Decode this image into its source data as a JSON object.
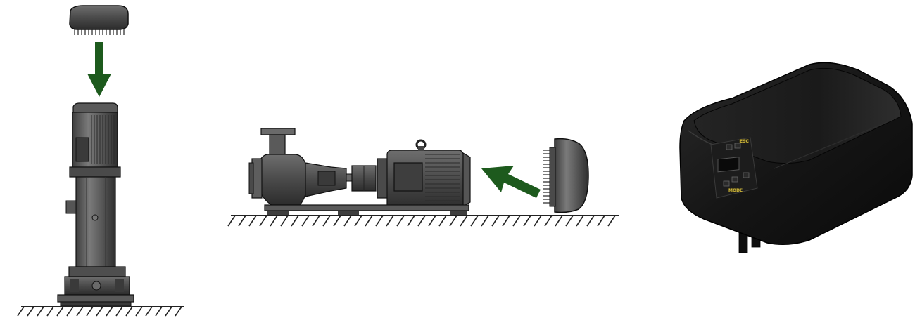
{
  "figures": [
    {
      "id": "vertical-pump-install",
      "arrow": "down"
    },
    {
      "id": "horizontal-pump-install",
      "arrow": "up-left"
    },
    {
      "id": "inverter-unit",
      "panel_labels": [
        "ESC",
        "MODE"
      ]
    }
  ],
  "colors": {
    "arrow": "#1d5a1d",
    "metal_dark": "#3a3a3a",
    "metal_mid": "#5a5a5a",
    "metal_light": "#8a8a8a",
    "outline": "#111111",
    "ground": "#222222",
    "inverter_body": "#141414",
    "panel_label": "#c9b23a"
  }
}
